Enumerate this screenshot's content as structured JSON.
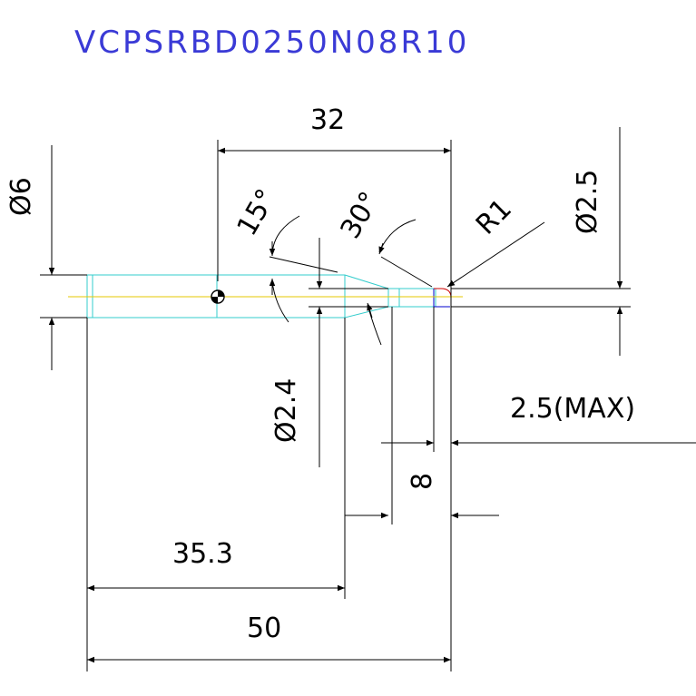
{
  "part_number": "VCPSRBD0250N08R10",
  "colors": {
    "title": "#3a3ad6",
    "dimension": "#000000",
    "tool_outline": "#33cccc",
    "centerline": "#e6c800",
    "tip": "#cc0000",
    "tip_edge": "#0000cc"
  },
  "dimensions": {
    "overall_length": "50",
    "neck_length": "35.3",
    "cut_span": "32",
    "flute_length": "8",
    "tip_length": "2.5(MAX)",
    "shank_diameter": "Ø6",
    "neck_diameter": "Ø2.4",
    "cut_diameter": "Ø2.5",
    "corner_radius": "R1",
    "taper_angle_1": "15°",
    "taper_angle_2": "30°"
  }
}
